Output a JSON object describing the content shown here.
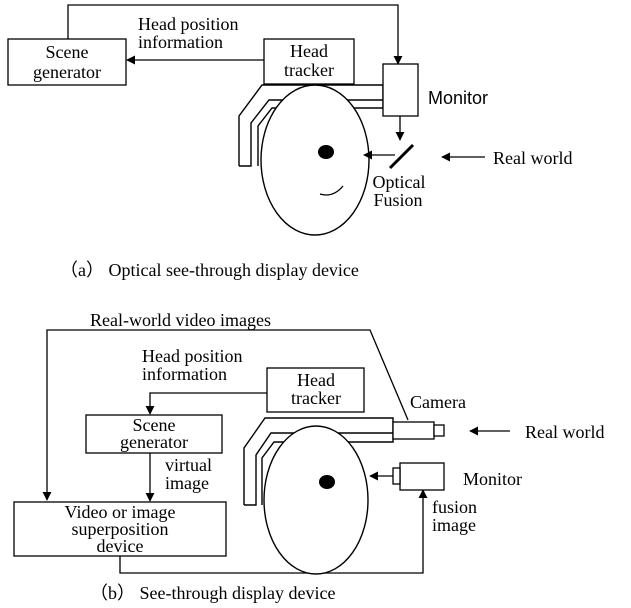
{
  "panel_a": {
    "scene_generator": [
      "Scene",
      "generator"
    ],
    "head_tracker": [
      "Head",
      "tracker"
    ],
    "head_position_info": [
      "Head position",
      "information"
    ],
    "monitor": "Monitor",
    "real_world": "Real world",
    "optical_fusion": [
      "Optical",
      "Fusion"
    ],
    "caption": "（a） Optical see-through display device"
  },
  "panel_b": {
    "real_world_video": "Real-world video images",
    "head_position_info": [
      "Head position",
      "information"
    ],
    "head_tracker": [
      "Head",
      "tracker"
    ],
    "scene_generator": [
      "Scene",
      "generator"
    ],
    "virtual_image": [
      "virtual",
      "image"
    ],
    "superposition": [
      "Video or image",
      "superposition",
      "device"
    ],
    "camera": "Camera",
    "real_world": "Real world",
    "monitor": "Monitor",
    "fusion_image": [
      "fusion",
      "image"
    ],
    "caption": "（b） See-through display device"
  }
}
